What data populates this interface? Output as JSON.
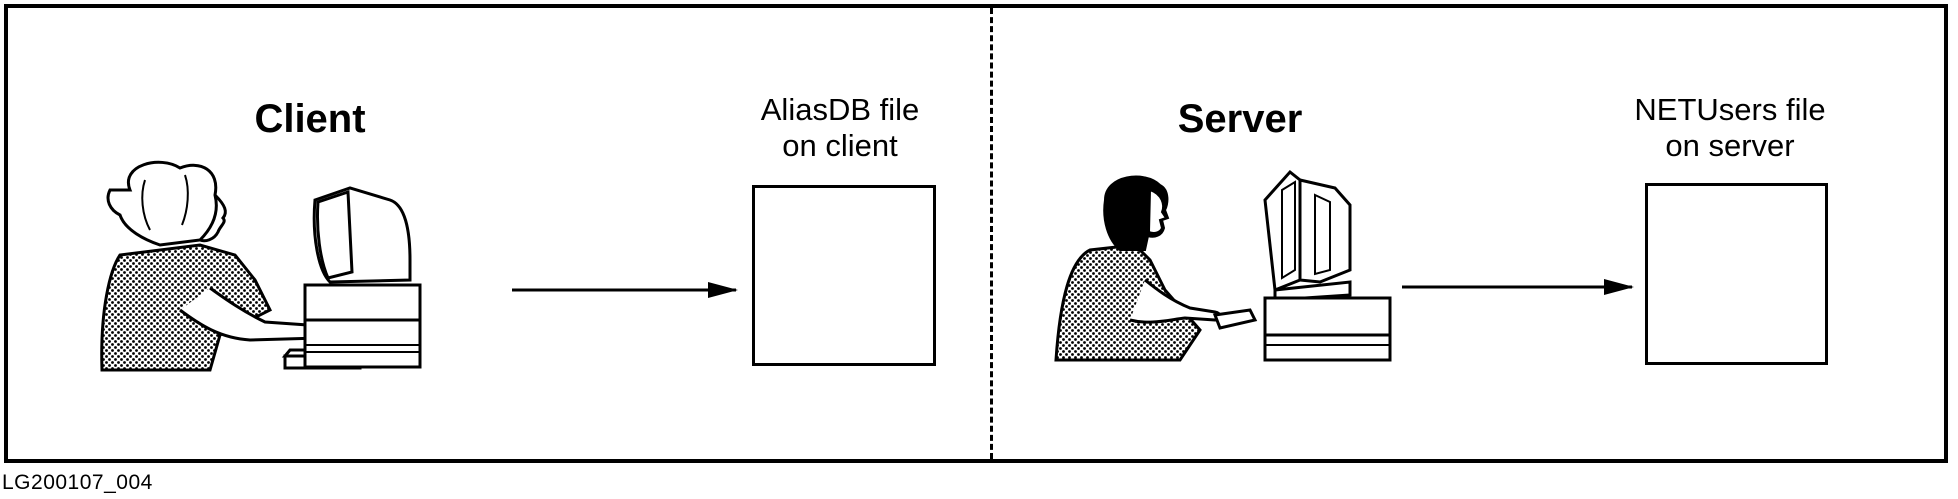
{
  "client": {
    "heading": "Client",
    "file_label_line1": "AliasDB file",
    "file_label_line2": "on client"
  },
  "server": {
    "heading": "Server",
    "file_label_line1": "NETUsers file",
    "file_label_line2": "on server"
  },
  "figure_id": "LG200107_004",
  "colors": {
    "stroke": "#000000",
    "background": "#ffffff"
  }
}
